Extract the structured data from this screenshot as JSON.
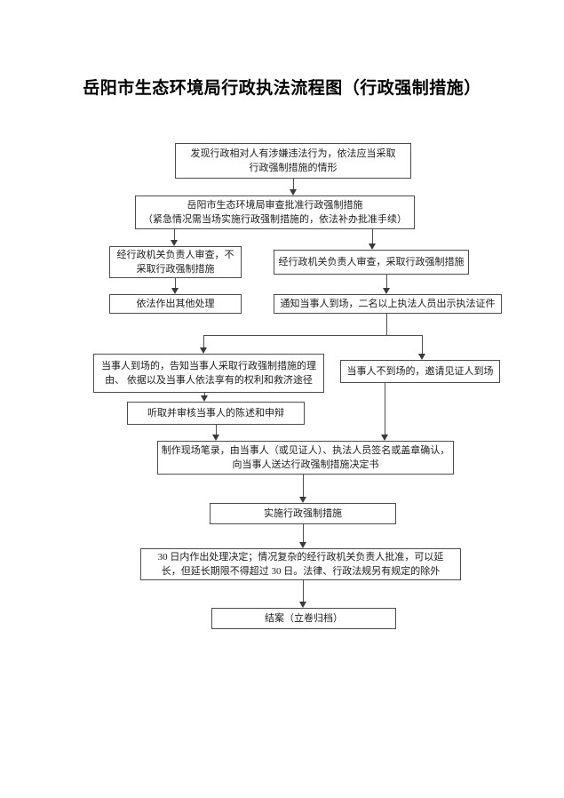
{
  "title": "岳阳市生态环境局行政执法流程图（行政强制措施）",
  "colors": {
    "line": "#4d4d4d",
    "text": "#1c1c1c",
    "background": "#ffffff"
  },
  "flowchart": {
    "nodes": [
      {
        "id": "detect",
        "text": "发现行政相对人有涉嫌违法行为，依法应当采取\n行政强制措施的情形"
      },
      {
        "id": "approve",
        "text": "岳阳市生态环境局审查批准行政强制措施\n（紧急情况需当场实施行政强制措施的，依法补办批准手续）"
      },
      {
        "id": "no-measure",
        "text": "经行政机关负责人审查，不\n采取行政强制措施"
      },
      {
        "id": "take-measure",
        "text": "经行政机关负责人审查，采取行政强制措施"
      },
      {
        "id": "other-handling",
        "text": "依法作出其他处理"
      },
      {
        "id": "notify-party",
        "text": "通知当事人到场，二名以上执法人员出示执法证件"
      },
      {
        "id": "party-present",
        "text": "当事人到场的，告知当事人采取行政强制措施的理\n由、 依据以及当事人依法享有的权利和救济途径"
      },
      {
        "id": "party-absent",
        "text": "当事人不到场的，邀请见证人到场"
      },
      {
        "id": "hear-statement",
        "text": "听取并审核当事人的陈述和申辩"
      },
      {
        "id": "make-record",
        "text": "制作现场笔录，由当事人（或见证人）、执法人员签名或盖章确认，\n向当事人送达行政强制措施决定书"
      },
      {
        "id": "implement",
        "text": "实施行政强制措施"
      },
      {
        "id": "decision-30days",
        "text": "30 日内作出处理决定；情况复杂的经行政机关负责人批准，可以延\n长，但延长期限不得超过 30 日。法律、行政法规另有规定的除外"
      },
      {
        "id": "close-case",
        "text": "结案（立卷归档）"
      }
    ],
    "edges": [
      {
        "from": "detect",
        "to": "approve"
      },
      {
        "from": "approve",
        "to": "no-measure"
      },
      {
        "from": "approve",
        "to": "take-measure"
      },
      {
        "from": "no-measure",
        "to": "other-handling"
      },
      {
        "from": "take-measure",
        "to": "notify-party"
      },
      {
        "from": "notify-party",
        "to": "party-present"
      },
      {
        "from": "notify-party",
        "to": "party-absent"
      },
      {
        "from": "party-present",
        "to": "hear-statement"
      },
      {
        "from": "hear-statement",
        "to": "make-record"
      },
      {
        "from": "party-absent",
        "to": "make-record"
      },
      {
        "from": "make-record",
        "to": "implement"
      },
      {
        "from": "implement",
        "to": "decision-30days"
      },
      {
        "from": "decision-30days",
        "to": "close-case"
      }
    ]
  }
}
